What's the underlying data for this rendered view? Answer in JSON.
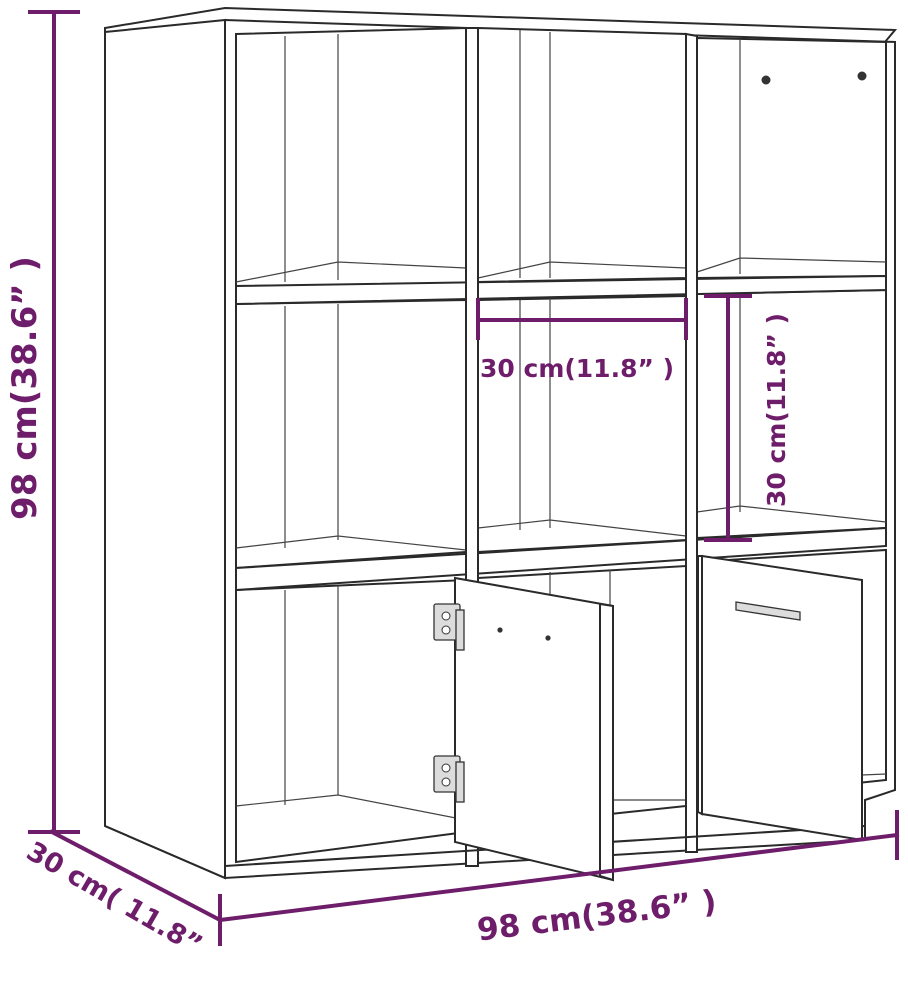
{
  "dimensions": {
    "height_label": "98 cm(38.6” )",
    "width_label": "98 cm(38.6” )",
    "depth_label": "30 cm( 11.8”",
    "compartment_width_label": "30 cm(11.8” )",
    "compartment_height_label": "30 cm(11.8” )"
  },
  "colors": {
    "dimension": "#6e1d6a",
    "outline": "#2a2a2a",
    "background": "#ffffff"
  },
  "icons": [
    "door-hinge-icon",
    "door-handle-icon"
  ]
}
